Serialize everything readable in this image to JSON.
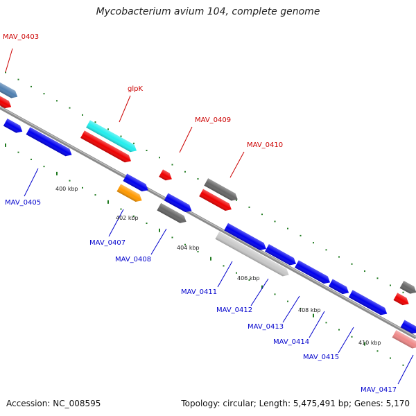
{
  "title": "Mycobacterium avium 104, complete genome",
  "footer": {
    "accession": "Accession: NC_008595",
    "summary": "Topology: circular; Length: 5,475,491 bp; Genes: 5,170"
  },
  "colors": {
    "backbone": "#8a8a8a",
    "tick": "#1f7a1f",
    "forward_label": "#cc0000",
    "reverse_label": "#0000cc",
    "blue": "#0000ee",
    "red": "#ee0000",
    "cyan": "#22eeee",
    "orange": "#ff9900",
    "gray": "#666666",
    "lightgray": "#c8c8c8",
    "pink": "#ee8888",
    "steel": "#4f7fb0"
  },
  "scale_labels": [
    "400 kbp",
    "402 kbp",
    "404 kbp",
    "406 kbp",
    "408 kbp",
    "410 kbp"
  ],
  "gene_labels": {
    "forward": [
      "MAV_0403",
      "glpK",
      "MAV_0409",
      "MAV_0410"
    ],
    "reverse": [
      "MAV_0405",
      "MAV_0407",
      "MAV_0408",
      "MAV_0411",
      "MAV_0412",
      "MAV_0413",
      "MAV_0414",
      "MAV_0415",
      "MAV_0417"
    ]
  }
}
